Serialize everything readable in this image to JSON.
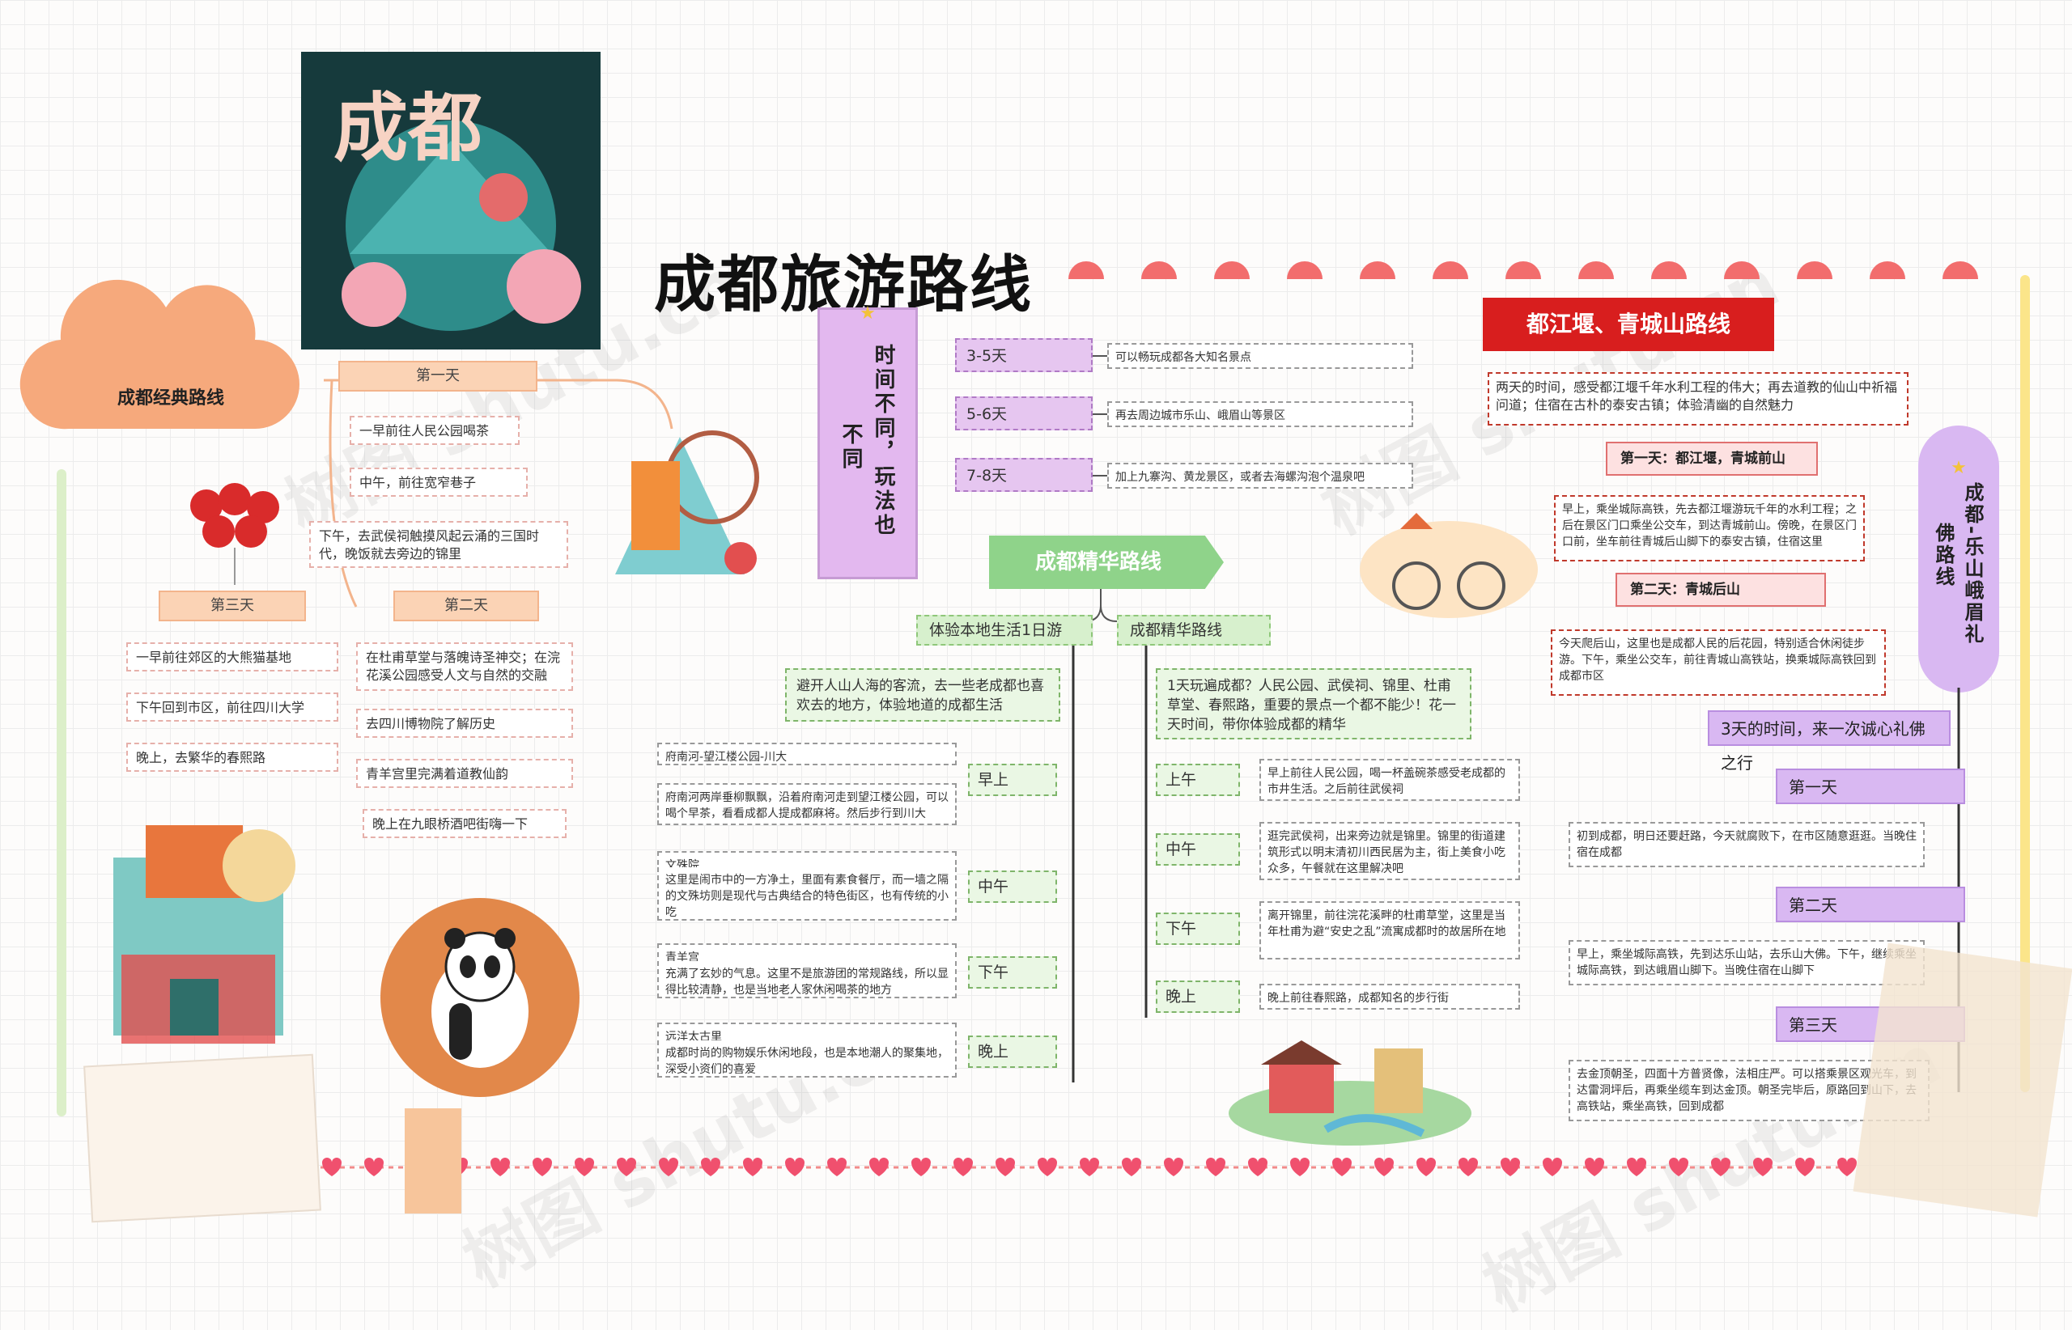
{
  "title": "成都旅游路线",
  "classic": {
    "cloud_label": "成都经典路线",
    "day1": {
      "label": "第一天",
      "items": [
        "一早前往人民公园喝茶",
        "中午，前往宽窄巷子",
        "下午，去武侯祠触摸风起云涌的三国时代，晚饭就去旁边的锦里"
      ]
    },
    "day2": {
      "label": "第二天",
      "items": [
        "在杜甫草堂与落魄诗圣神交；在浣花溪公园感受人文与自然的交融",
        "去四川博物院了解历史",
        "青羊宫里完满着道教仙韵",
        "晚上在九眼桥酒吧街嗨一下"
      ]
    },
    "day3": {
      "label": "第三天",
      "items": [
        "一早前往郊区的大熊猫基地",
        "下午回到市区，前往四川大学",
        "晚上，去繁华的春熙路"
      ]
    }
  },
  "time": {
    "label_a": "时间不同，玩法也",
    "label_b": "不同",
    "options": [
      {
        "label": "3-5天",
        "desc": "可以畅玩成都各大知名景点"
      },
      {
        "label": "5-6天",
        "desc": "再去周边城市乐山、峨眉山等景区"
      },
      {
        "label": "7-8天",
        "desc": "加上九寨沟、黄龙景区，或者去海螺沟泡个温泉吧"
      }
    ]
  },
  "essence": {
    "root": "成都精华路线",
    "local": {
      "label": "体验本地生活1日游",
      "intro": "避开人山人海的客流，去一些老成都也喜欢去的地方，体验地道的成都生活",
      "slots": [
        {
          "label": "早上",
          "title": "府南河-望江楼公园-川大",
          "text": "府南河两岸垂柳飘飘，沿着府南河走到望江楼公园，可以喝个早茶，看看成都人提成都麻将。然后步行到川大"
        },
        {
          "label": "中午",
          "title": "文殊院",
          "text": "这里是闹市中的一方净土，里面有素食餐厅，而一墙之隔的文殊坊则是现代与古典结合的特色街区，也有传统的小吃"
        },
        {
          "label": "下午",
          "title": "青羊宫",
          "text": "充满了玄妙的气息。这里不是旅游团的常规路线，所以显得比较清静，也是当地老人家休闲喝茶的地方"
        },
        {
          "label": "晚上",
          "title": "远洋太古里",
          "text": "成都时尚的购物娱乐休闲地段，也是本地潮人的聚集地，深受小资们的喜爱"
        }
      ]
    },
    "fine": {
      "label": "成都精华路线",
      "intro": "1天玩遍成都？人民公园、武侯祠、锦里、杜甫草堂、春熙路，重要的景点一个都不能少！花一天时间，带你体验成都的精华",
      "slots": [
        {
          "label": "上午",
          "text": "早上前往人民公园，喝一杯盖碗茶感受老成都的市井生活。之后前往武侯祠"
        },
        {
          "label": "中午",
          "text": "逛完武侯祠，出来旁边就是锦里。锦里的街道建筑形式以明末清初川西民居为主，街上美食小吃众多，午餐就在这里解决吧"
        },
        {
          "label": "下午",
          "text": "离开锦里，前往浣花溪畔的杜甫草堂，这里是当年杜甫为避“安史之乱”流寓成都时的故居所在地"
        },
        {
          "label": "晚上",
          "text": "晚上前往春熙路，成都知名的步行街"
        }
      ]
    }
  },
  "dujiangyan": {
    "title": "都江堰、青城山路线",
    "intro": "两天的时间，感受都江堰千年水利工程的伟大；再去道教的仙山中祈福问道；住宿在古朴的泰安古镇；体验清幽的自然魅力",
    "day1": {
      "label": "第一天：都江堰，青城前山",
      "text": "早上，乘坐城际高铁，先去都江堰游玩千年的水利工程；之后在景区门口乘坐公交车，到达青城前山。傍晚，在景区门口前，坐车前往青城后山脚下的泰安古镇，住宿这里"
    },
    "day2": {
      "label": "第二天：青城后山",
      "text": "今天爬后山，这里也是成都人民的后花园，特别适合休闲徒步游。下午，乘坐公交车，前往青城山高铁站，换乘城际高铁回到成都市区"
    }
  },
  "leshan": {
    "label_a": "成都-乐山峨眉礼",
    "label_b": "佛路线",
    "intro": "3天的时间，来一次诚心礼佛之行",
    "days": [
      {
        "label": "第一天",
        "text": "初到成都，明日还要赶路，今天就腐败下，在市区随意逛逛。当晚住宿在成都"
      },
      {
        "label": "第二天",
        "text": "早上，乘坐城际高铁，先到达乐山站，去乐山大佛。下午，继续乘坐城际高铁，到达峨眉山脚下。当晚住宿在山脚下"
      },
      {
        "label": "第三天",
        "text": "去金顶朝圣，四面十方普贤像，法相庄严。可以搭乘景区观光车，到达雷洞坪后，再乘坐缆车到达金顶。朝圣完毕后，原路回到山下，去高铁站，乘坐高铁，回到成都"
      }
    ]
  },
  "poster_text": "成都",
  "watermark": "树图 shutu.cn",
  "colors": {
    "accent_red": "#c0392b",
    "cloud_orange": "#f6a97c",
    "green": "#8fc77a",
    "purple": "#d9b8f2"
  }
}
